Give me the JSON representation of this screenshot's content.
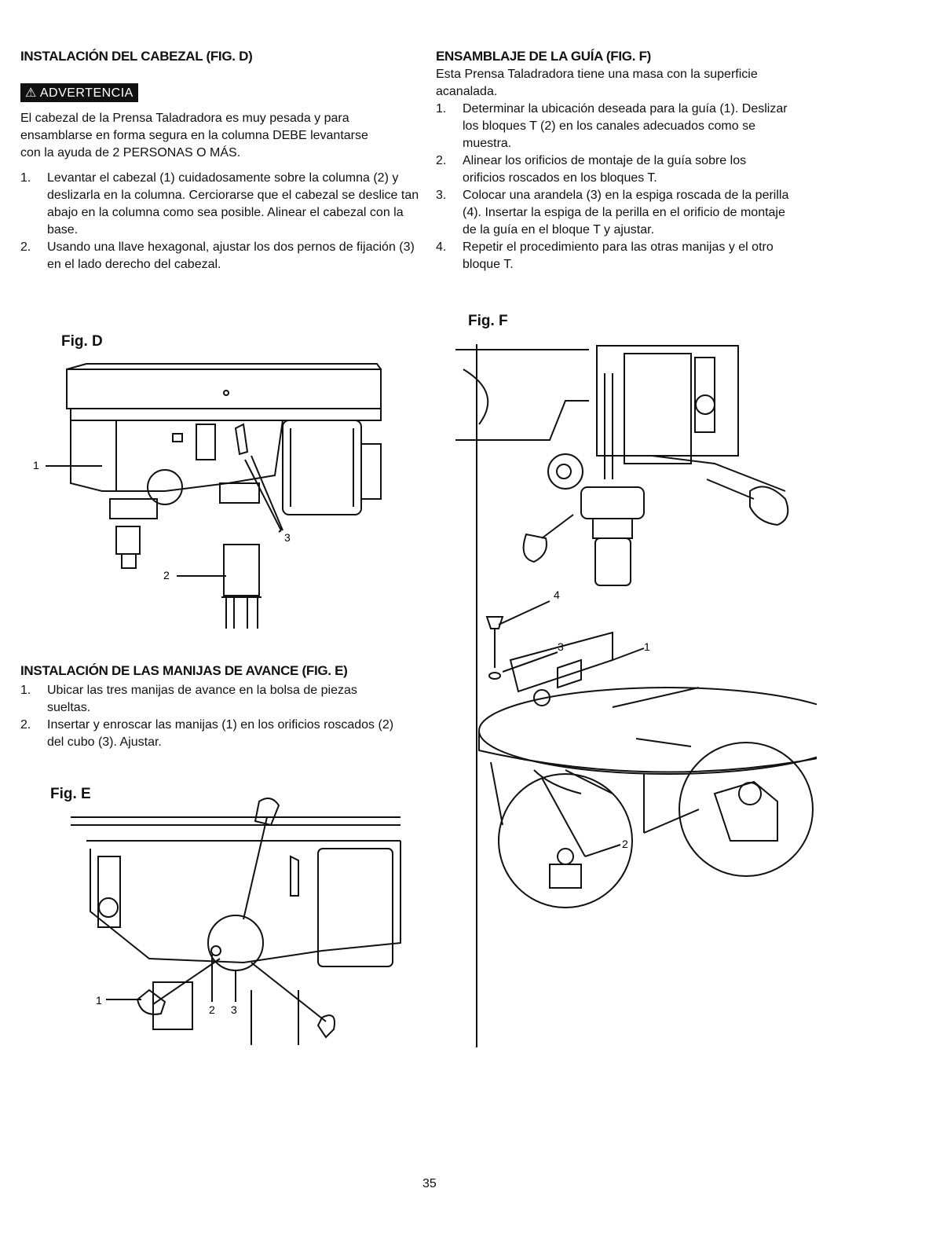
{
  "left": {
    "head_section": {
      "title": "INSTALACIÓN DEL CABEZAL (FIG. D)",
      "warning": "ADVERTENCIA",
      "warning_text": "El cabezal de la Prensa Taladradora es muy pesada y para ensamblarse en forma segura en la columna DEBE levantarse con la ayuda de 2 PERSONAS O MÁS.",
      "steps": [
        {
          "num": "1.",
          "text": "Levantar el cabezal (1) cuidadosamente sobre la columna (2) y deslizarla en la columna. Cerciorarse que el cabezal se deslice tan abajo en la columna como sea posible. Alinear el cabezal con la base."
        },
        {
          "num": "2.",
          "text": "Usando una llave hexagonal, ajustar los dos pernos de fijación (3) en el lado derecho del cabezal."
        }
      ]
    },
    "fig_d": {
      "label": "Fig. D",
      "callouts": [
        "1",
        "2",
        "3"
      ]
    },
    "feed_section": {
      "title": "INSTALACIÓN DE LAS MANIJAS DE AVANCE (FIG. E)",
      "steps": [
        {
          "num": "1.",
          "text": "Ubicar las tres manijas de avance en la bolsa de piezas sueltas."
        },
        {
          "num": "2.",
          "text": "Insertar y enroscar las manijas (1) en los orificios roscados (2) del cubo (3). Ajustar."
        }
      ]
    },
    "fig_e": {
      "label": "Fig. E",
      "callouts": [
        "1",
        "2",
        "3"
      ]
    }
  },
  "right": {
    "fence_section": {
      "title": "ENSAMBLAJE DE LA GUÍA (FIG. F)",
      "intro": "Esta Prensa Taladradora tiene una masa con la superficie acanalada.",
      "steps": [
        {
          "num": "1.",
          "text": "Determinar la ubicación deseada para la guía (1). Deslizar los bloques T (2) en los canales adecuados como se muestra."
        },
        {
          "num": "2.",
          "text": "Alinear los orificios de montaje de la guía sobre los orificios roscados en los bloques T."
        },
        {
          "num": "3.",
          "text": "Colocar una arandela (3) en la espiga roscada de la perilla (4). Insertar la espiga de la perilla en el orificio de montaje de la guía en el bloque T y ajustar."
        },
        {
          "num": "4.",
          "text": "Repetir el procedimiento para las otras manijas y el otro bloque T."
        }
      ]
    },
    "fig_f": {
      "label": "Fig. F",
      "callouts": [
        "1",
        "2",
        "3",
        "4"
      ]
    }
  },
  "page_number": "35"
}
